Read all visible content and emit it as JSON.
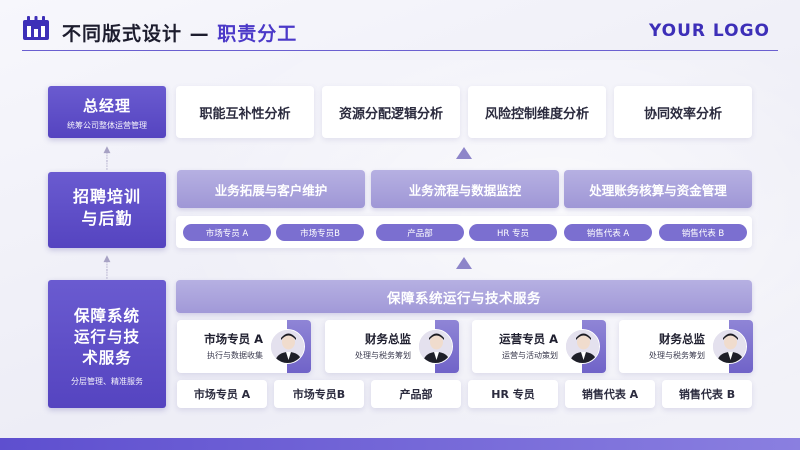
{
  "header": {
    "title": "不同版式设计",
    "dash": " — ",
    "accent": "职责分工",
    "logo": "YOUR LOGO"
  },
  "left": {
    "gm": {
      "title": "总经理",
      "sub": "统筹公司整体运营管理"
    },
    "hr": {
      "title_line1": "招聘培训",
      "title_line2": "与后勤"
    },
    "ops": {
      "title_line1": "保障系统",
      "title_line2": "运行与技",
      "title_line3": "术服务",
      "sub": "分层管理、精准服务"
    }
  },
  "analysis": [
    "职能互补性分析",
    "资源分配逻辑分析",
    "风险控制维度分析",
    "协同效率分析"
  ],
  "business": [
    "业务拓展与客户维护",
    "业务流程与数据监控",
    "处理账务核算与资金管理"
  ],
  "pills": [
    "市场专员 A",
    "市场专员B",
    "产品部",
    "HR 专员",
    "销售代表 A",
    "销售代表 B"
  ],
  "ops_banner": "保障系统运行与技术服务",
  "people": [
    {
      "name": "市场专员 A",
      "desc": "执行与数据收集"
    },
    {
      "name": "财务总监",
      "desc": "处理与税务筹划"
    },
    {
      "name": "运营专员 A",
      "desc": "运营与活动策划"
    },
    {
      "name": "财务总监",
      "desc": "处理与税务筹划"
    }
  ],
  "bottom": [
    "市场专员 A",
    "市场专员B",
    "产品部",
    "HR 专员",
    "销售代表 A",
    "销售代表 B"
  ],
  "colors": {
    "accent": "#4b39c8",
    "card_purple": "#5f4fc8",
    "soft_purple": "#a9a2dc"
  },
  "icons": {
    "header": "calendar-icon",
    "connector": "up-arrow-icon",
    "triangle": "triangle-up-icon"
  }
}
